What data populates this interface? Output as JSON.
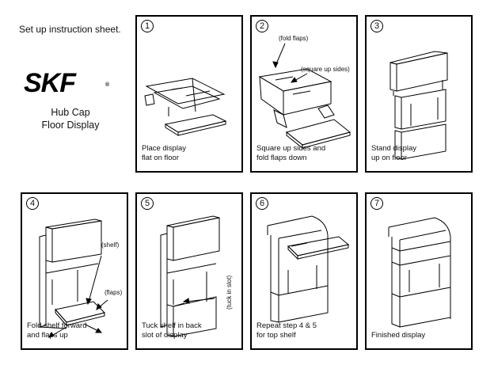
{
  "header": {
    "title": "Set up instruction sheet."
  },
  "brand": {
    "logo_text": "SKF",
    "registered": "®",
    "product_line1": "Hub Cap",
    "product_line2": "Floor Display"
  },
  "steps": [
    {
      "number": "1",
      "caption": "Place display\nflat on floor"
    },
    {
      "number": "2",
      "caption": "Square up sides and\nfold flaps down",
      "labels": [
        "(fold flaps)",
        "(square up sides)"
      ]
    },
    {
      "number": "3",
      "caption": "Stand display\nup on floor"
    },
    {
      "number": "4",
      "caption": "Fold shelf forward\nand flaps up",
      "labels": [
        "(shelf)",
        "(flaps)"
      ]
    },
    {
      "number": "5",
      "caption": "Tuck shelf in back\nslot of display",
      "labels": [
        "(tuck in slot)"
      ]
    },
    {
      "number": "6",
      "caption": "Repeat step 4 & 5\nfor top shelf"
    },
    {
      "number": "7",
      "caption": "Finished display"
    }
  ]
}
